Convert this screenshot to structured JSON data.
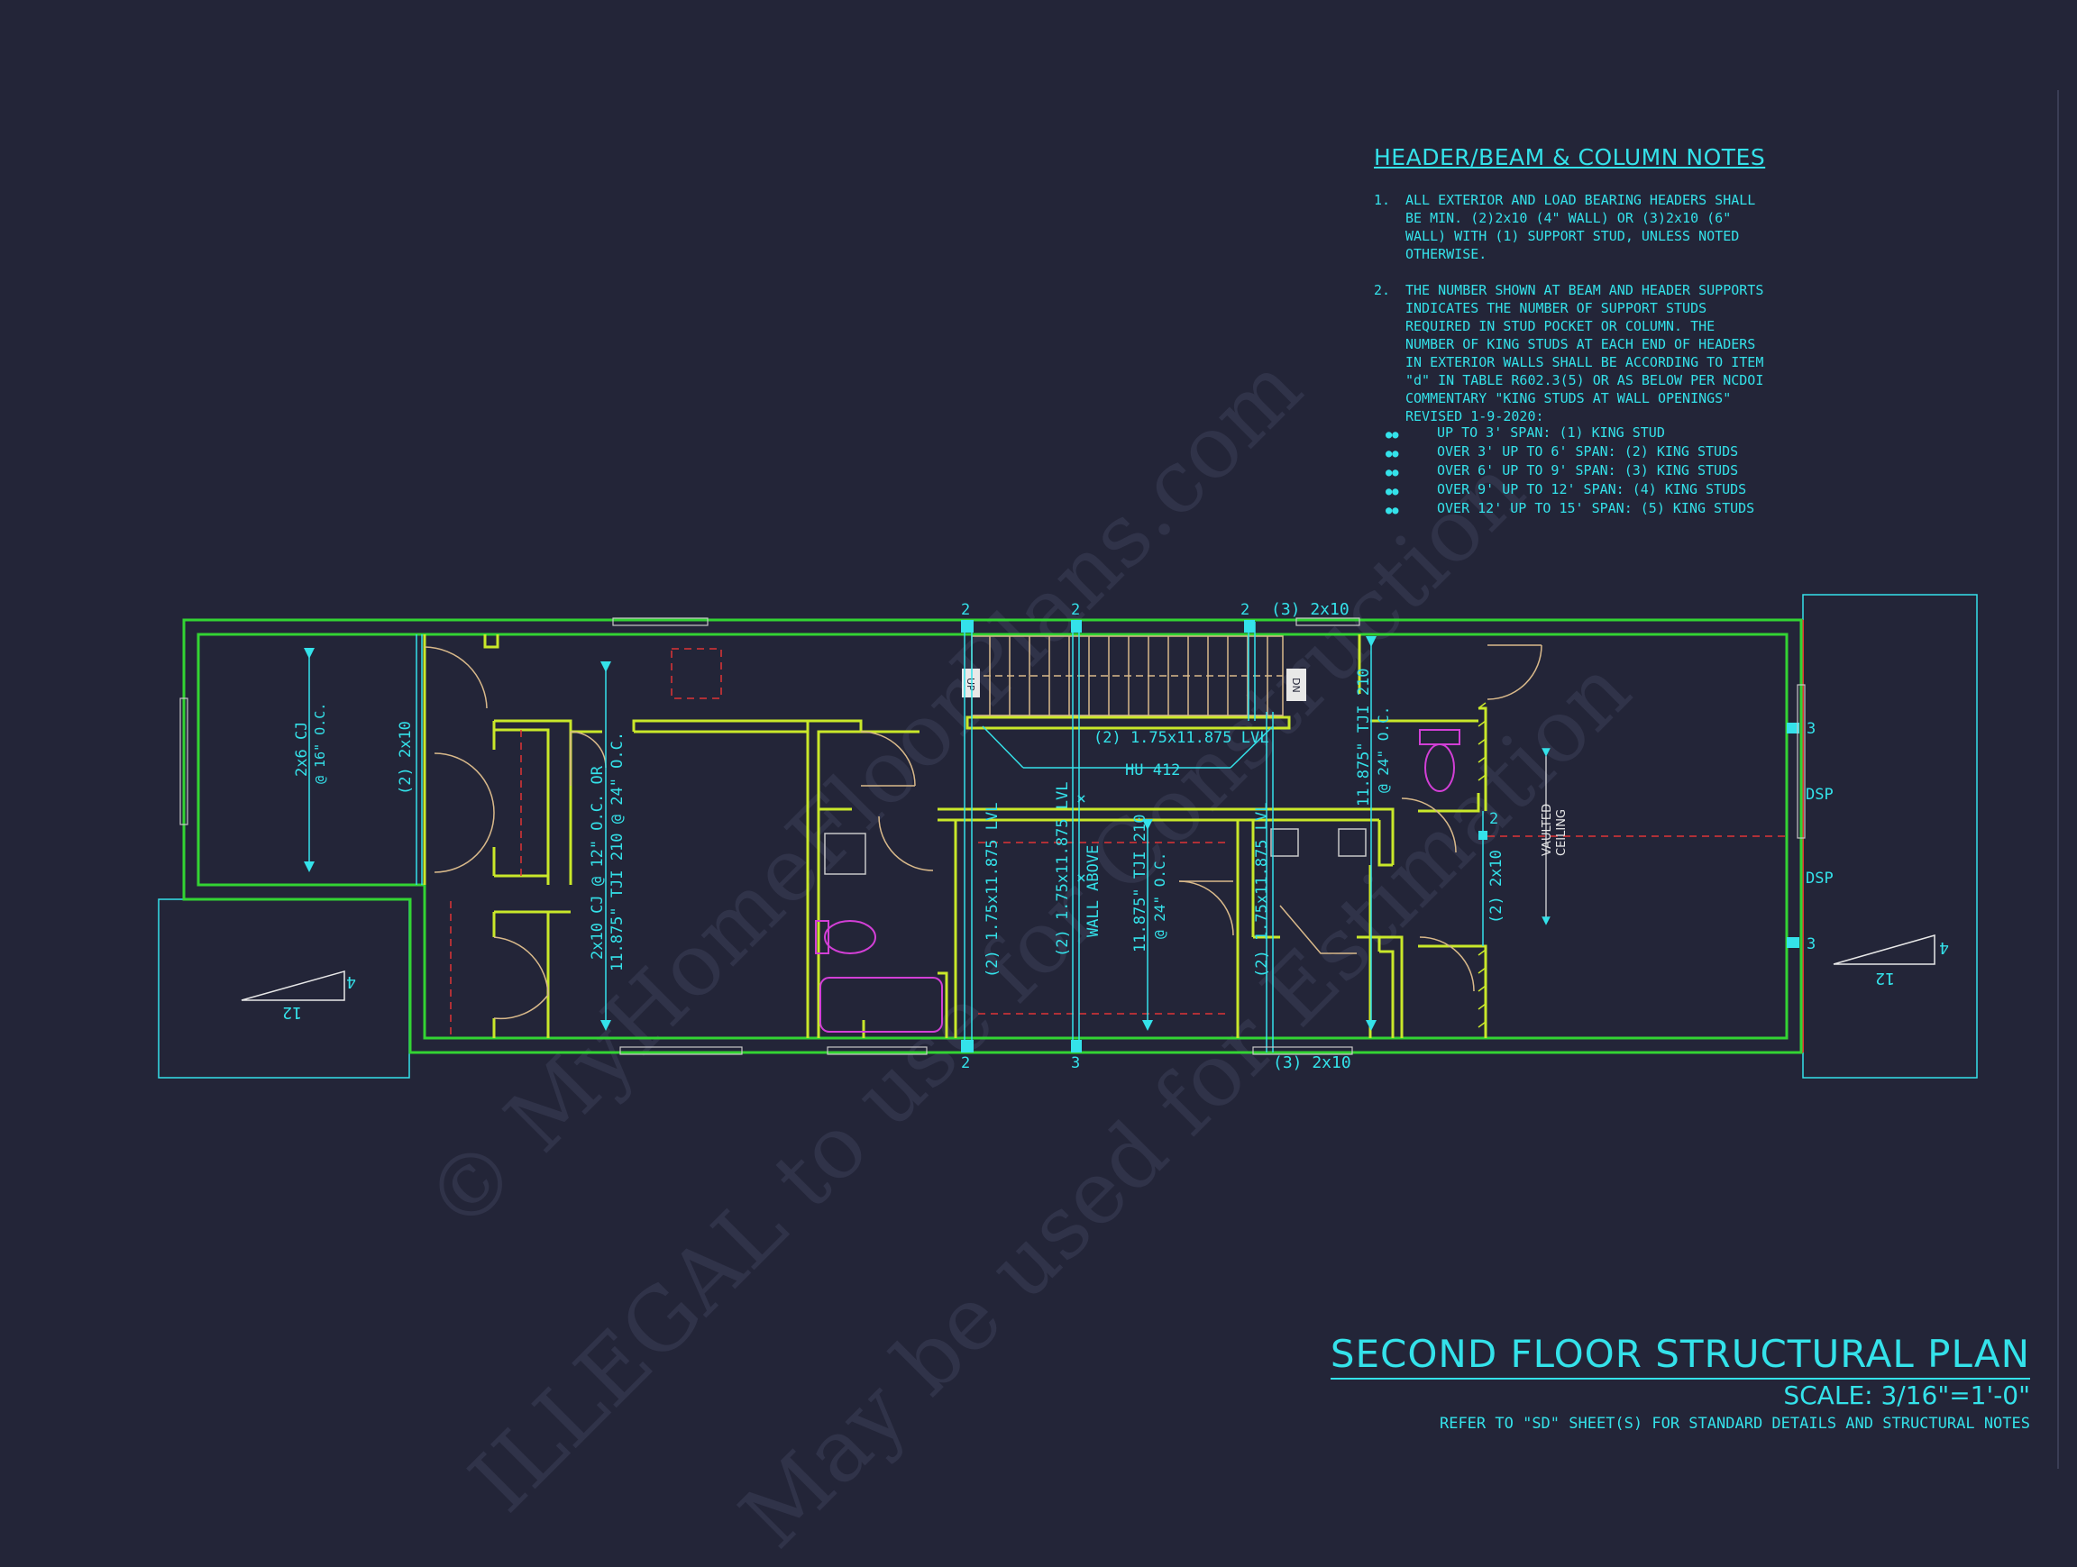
{
  "notes": {
    "title": "HEADER/BEAM & COLUMN NOTES",
    "items": [
      {
        "num": "1.",
        "text": "ALL EXTERIOR AND LOAD BEARING HEADERS SHALL BE MIN. (2)2x10 (4\" WALL) OR (3)2x10 (6\" WALL) WITH (1) SUPPORT STUD, UNLESS NOTED OTHERWISE."
      },
      {
        "num": "2.",
        "text": "THE NUMBER SHOWN AT BEAM AND HEADER SUPPORTS INDICATES THE NUMBER OF SUPPORT STUDS REQUIRED IN STUD POCKET OR COLUMN. THE NUMBER OF KING STUDS AT EACH END OF HEADERS IN EXTERIOR WALLS SHALL BE ACCORDING TO ITEM \"d\" IN TABLE R602.3(5) OR AS BELOW PER NCDOI COMMENTARY \"KING STUDS AT WALL OPENINGS\" REVISED 1-9-2020:"
      }
    ],
    "bullets": [
      "UP TO 3' SPAN: (1) KING STUD",
      "OVER 3' UP TO 6' SPAN: (2) KING STUDS",
      "OVER 6' UP TO 9' SPAN: (3) KING STUDS",
      "OVER 9' UP TO 12' SPAN: (4) KING STUDS",
      "OVER 12' UP TO 15' SPAN: (5) KING STUDS"
    ]
  },
  "title_block": {
    "title": "SECOND FLOOR STRUCTURAL PLAN",
    "scale": "SCALE: 3/16\"=1'-0\"",
    "reference": "REFER TO \"SD\" SHEET(S) FOR STANDARD DETAILS AND STRUCTURAL NOTES"
  },
  "plan_labels": {
    "cj_left": "2x6 CJ",
    "cj_left_spacing": "@ 16\" O.C.",
    "header_2x10_left": "(2) 2x10",
    "cj_master": "2x10 CJ @ 12\" O.C. OR",
    "tji_master": "11.875\" TJI 210 @ 24\" O.C.",
    "lvl_stair": "(2) 1.75x11.875 LVL",
    "hanger": "HU 412",
    "header_top": "(3) 2x10",
    "header_bottom": "(3) 2x10",
    "lvl_v1": "(2) 1.75x11.875 LVL",
    "lvl_v2": "(2) 1.75x11.875 LVL",
    "wall_above": "WALL ABOVE",
    "tji_center": "11.875\" TJI 210",
    "tji_center_spacing": "@ 24\" O.C.",
    "lvl_v3": "(2) 1.75x11.875 LVL",
    "tji_right": "11.875\" TJI 210",
    "tji_right_spacing": "@ 24\" O.C.",
    "header_2x10_right": "(2) 2x10",
    "vaulted": "VAULTED",
    "ceiling": "CEILING",
    "dsp_1": "DSP",
    "dsp_2": "DSP",
    "roof_pitch_rise": "4",
    "roof_pitch_run": "12",
    "up_tag": "UP",
    "dn_tag": "DN",
    "stud_counts": {
      "top_1": "2",
      "top_2": "2",
      "top_3": "2",
      "bottom_1": "2",
      "bottom_2": "3",
      "right_1": "3",
      "right_2": "2",
      "right_3": "3"
    }
  },
  "watermark": {
    "line1": "© MyHomeFloorPlans.com",
    "line2": "ILLEGAL to use for Construction",
    "line3": "May be used for Estimation"
  },
  "colors": {
    "background": "#232538",
    "wall": "#c9e82a",
    "outline": "#33d433",
    "annotation": "#34e2ea",
    "door": "#d9b98a",
    "fixture": "#d23fd6",
    "dashed": "#e03535"
  }
}
